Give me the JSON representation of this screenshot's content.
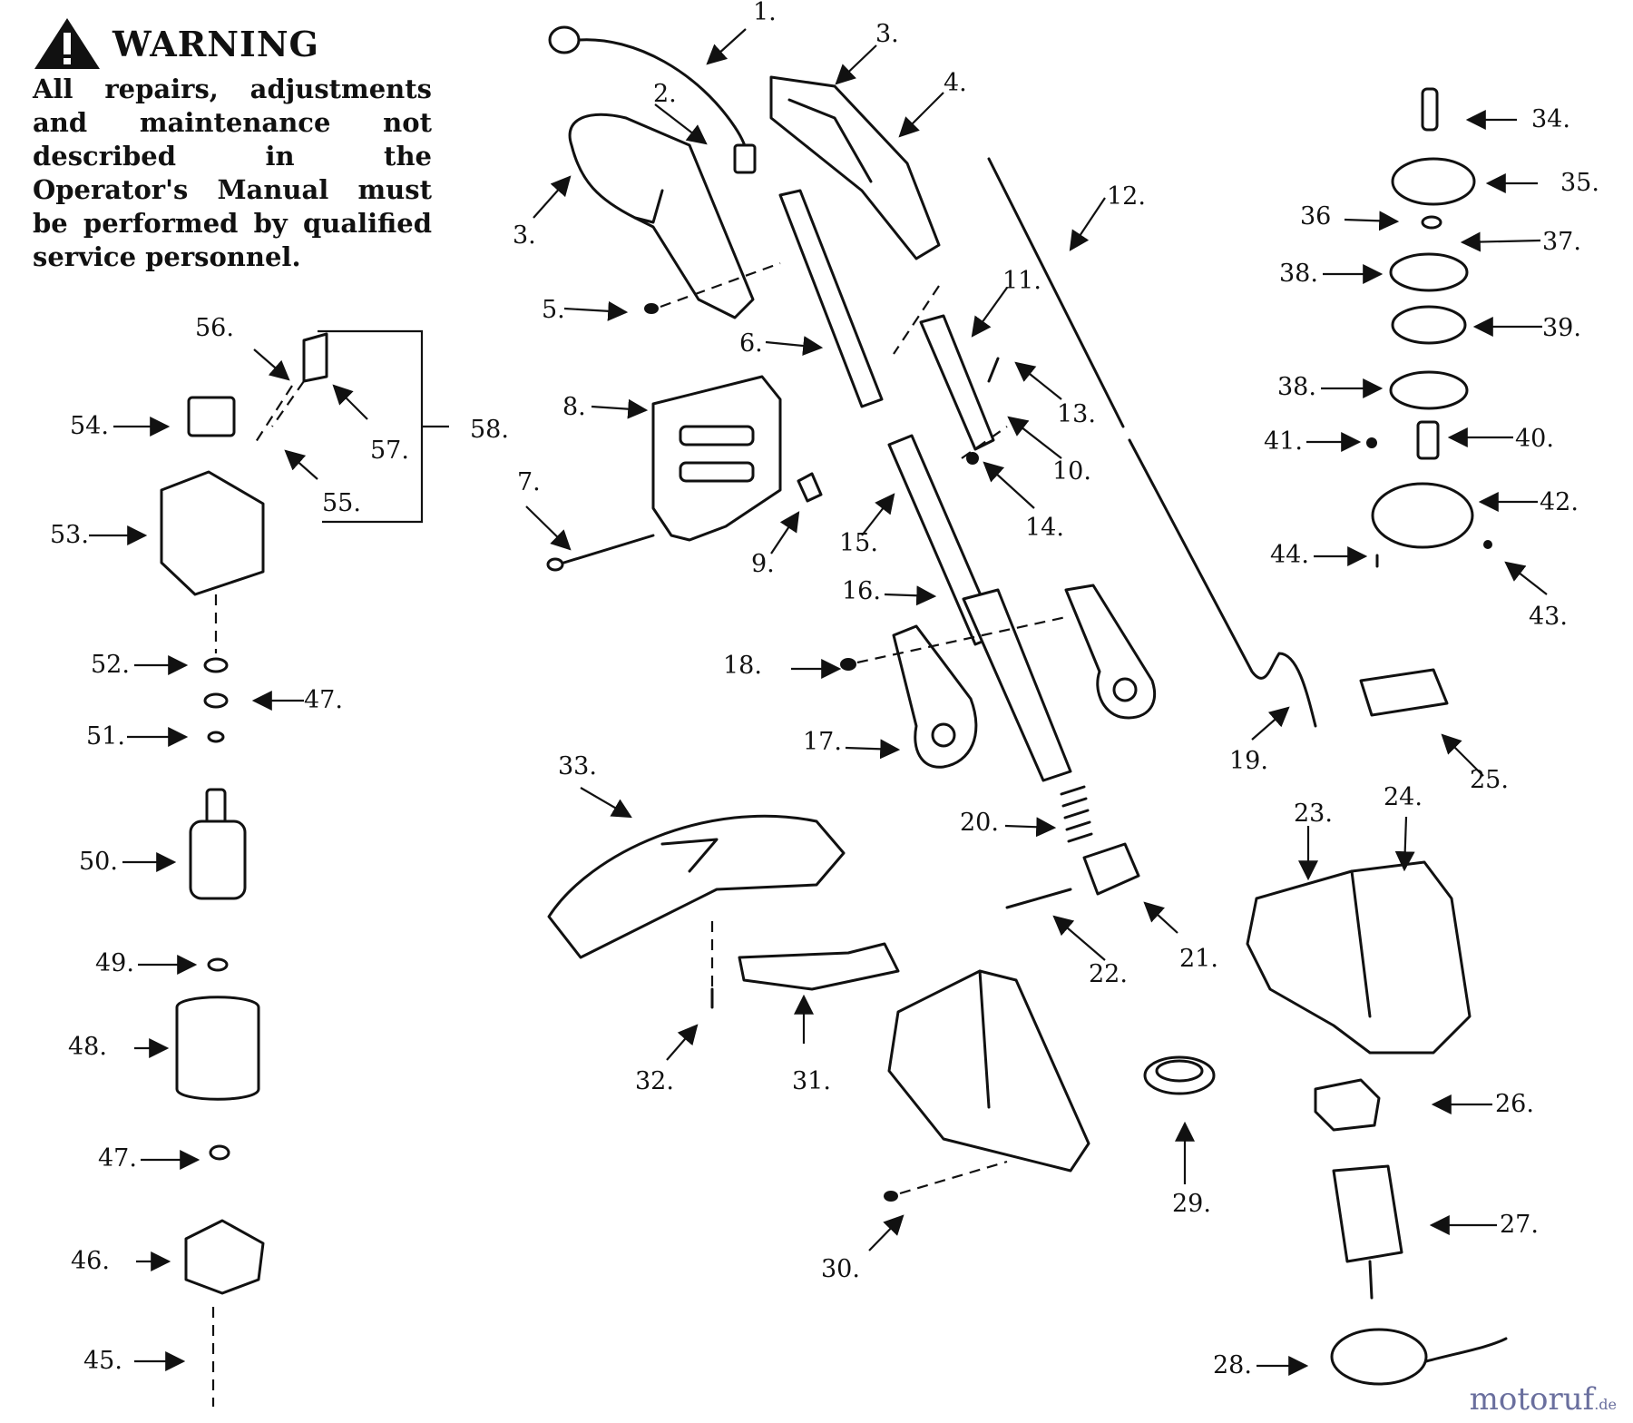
{
  "warning": {
    "title": "WARNING",
    "text": "All repairs, adjustments and maintenance not described in the Operator's Manual must be performed by qualified service personnel."
  },
  "callouts": [
    {
      "id": "c1",
      "text": "1."
    },
    {
      "id": "c2",
      "text": "2."
    },
    {
      "id": "c3a",
      "text": "3."
    },
    {
      "id": "c3b",
      "text": "3."
    },
    {
      "id": "c4",
      "text": "4."
    },
    {
      "id": "c5",
      "text": "5."
    },
    {
      "id": "c6",
      "text": "6."
    },
    {
      "id": "c7",
      "text": "7."
    },
    {
      "id": "c8",
      "text": "8."
    },
    {
      "id": "c9",
      "text": "9."
    },
    {
      "id": "c10",
      "text": "10."
    },
    {
      "id": "c11",
      "text": "11."
    },
    {
      "id": "c12",
      "text": "12."
    },
    {
      "id": "c13",
      "text": "13."
    },
    {
      "id": "c14",
      "text": "14."
    },
    {
      "id": "c15",
      "text": "15."
    },
    {
      "id": "c16",
      "text": "16."
    },
    {
      "id": "c17",
      "text": "17."
    },
    {
      "id": "c18",
      "text": "18."
    },
    {
      "id": "c19",
      "text": "19."
    },
    {
      "id": "c20",
      "text": "20."
    },
    {
      "id": "c21",
      "text": "21."
    },
    {
      "id": "c22",
      "text": "22."
    },
    {
      "id": "c23",
      "text": "23."
    },
    {
      "id": "c24",
      "text": "24."
    },
    {
      "id": "c25",
      "text": "25."
    },
    {
      "id": "c26",
      "text": "26."
    },
    {
      "id": "c27",
      "text": "27."
    },
    {
      "id": "c28",
      "text": "28."
    },
    {
      "id": "c29",
      "text": "29."
    },
    {
      "id": "c30",
      "text": "30."
    },
    {
      "id": "c31",
      "text": "31."
    },
    {
      "id": "c32",
      "text": "32."
    },
    {
      "id": "c33",
      "text": "33."
    },
    {
      "id": "c34",
      "text": "34."
    },
    {
      "id": "c35",
      "text": "35."
    },
    {
      "id": "c36",
      "text": "36"
    },
    {
      "id": "c37",
      "text": "37."
    },
    {
      "id": "c38a",
      "text": "38."
    },
    {
      "id": "c38b",
      "text": "38."
    },
    {
      "id": "c39",
      "text": "39."
    },
    {
      "id": "c40",
      "text": "40."
    },
    {
      "id": "c41",
      "text": "41."
    },
    {
      "id": "c42",
      "text": "42."
    },
    {
      "id": "c43",
      "text": "43."
    },
    {
      "id": "c44",
      "text": "44."
    },
    {
      "id": "c45",
      "text": "45."
    },
    {
      "id": "c46",
      "text": "46."
    },
    {
      "id": "c47a",
      "text": "47."
    },
    {
      "id": "c47b",
      "text": "47."
    },
    {
      "id": "c48",
      "text": "48."
    },
    {
      "id": "c49",
      "text": "49."
    },
    {
      "id": "c50",
      "text": "50."
    },
    {
      "id": "c51",
      "text": "51."
    },
    {
      "id": "c52",
      "text": "52."
    },
    {
      "id": "c53",
      "text": "53."
    },
    {
      "id": "c54",
      "text": "54."
    },
    {
      "id": "c55",
      "text": "55."
    },
    {
      "id": "c56",
      "text": "56."
    },
    {
      "id": "c57",
      "text": "57."
    },
    {
      "id": "c58",
      "text": "58."
    }
  ],
  "watermark": {
    "main": "motoruf",
    "suffix": ".de"
  }
}
